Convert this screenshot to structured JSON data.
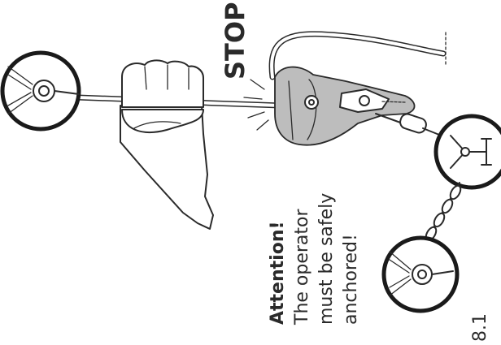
{
  "figure": {
    "stop_label": "STOP!",
    "warning": {
      "heading": "Attention!",
      "line1": "The operator",
      "line2": "must be safely",
      "line3": "anchored!"
    },
    "figure_number": "8.1"
  },
  "colors": {
    "ink": "#2a2a2a",
    "device_fill": "#bdbdbd",
    "background": "#ffffff"
  },
  "icons": [
    "anchor-sling-icon",
    "anchor-sling-icon",
    "y-lanyard-icon",
    "fist-icon",
    "rope-clamp-device-icon",
    "chain-icon"
  ]
}
